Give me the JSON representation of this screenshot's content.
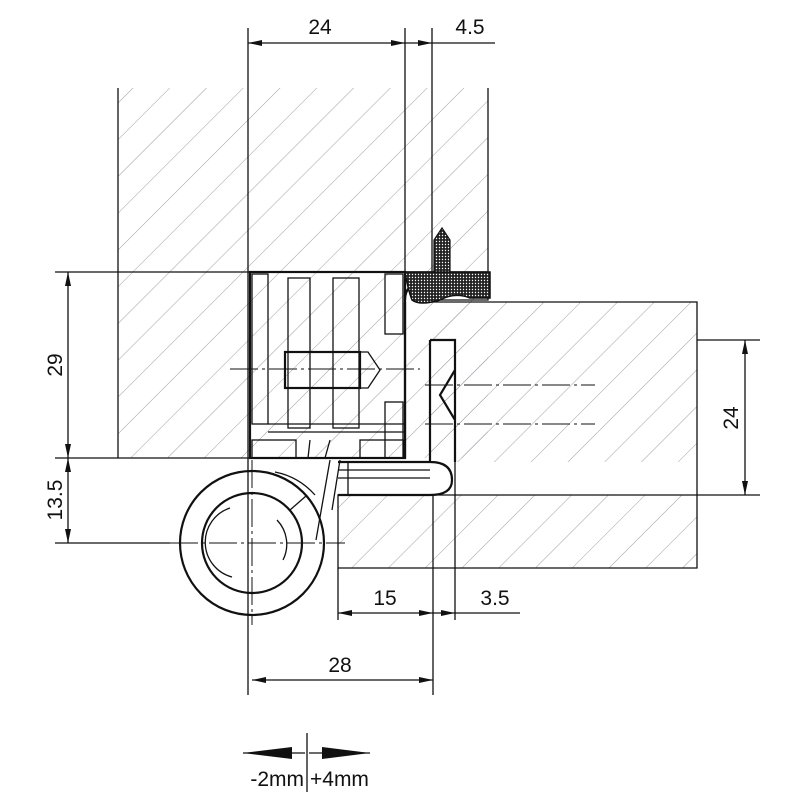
{
  "drawing": {
    "title": "Concealed hinge cross-section",
    "dimensions": {
      "top_width": "24",
      "top_offset": "4.5",
      "left_height": "29",
      "left_lower": "13.5",
      "right_height": "24",
      "bottom_inner": "15",
      "bottom_gap": "3.5",
      "bottom_total": "28"
    },
    "adjustment": {
      "minus": "-2mm",
      "plus": "+4mm"
    },
    "colors": {
      "line": "#111111",
      "hatch": "#9a9ea6",
      "seal": "#222222"
    }
  }
}
